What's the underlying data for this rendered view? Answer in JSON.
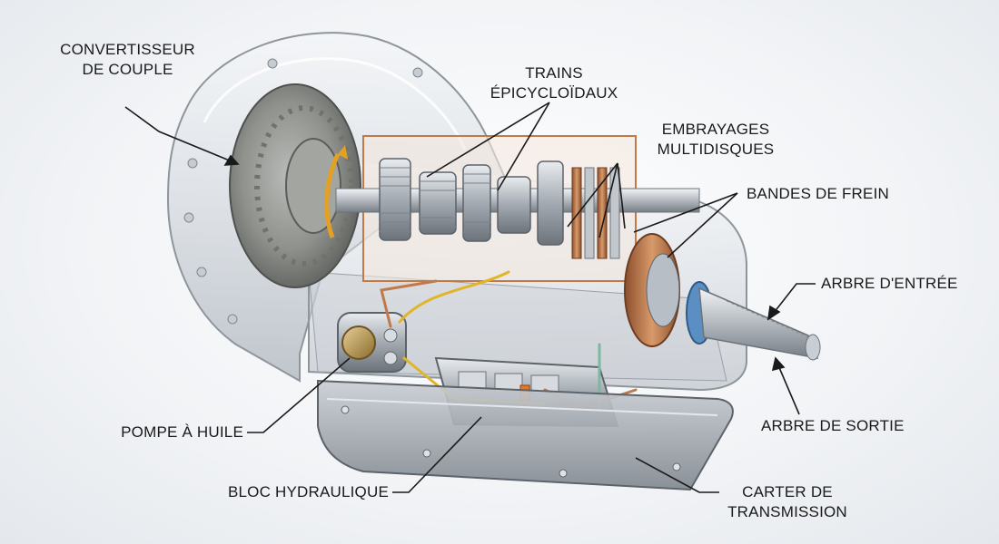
{
  "labels": {
    "torque_converter": [
      "CONVERTISSEUR",
      "DE COUPLE"
    ],
    "planetary_gears": [
      "TRAINS",
      "ÉPICYCLOÏDAUX"
    ],
    "multi_disc_clutches": [
      "EMBRAYAGES",
      "MULTIDISQUES"
    ],
    "brake_bands": [
      "BANDES DE FREIN"
    ],
    "input_shaft": [
      "ARBRE D'ENTRÉE"
    ],
    "output_shaft": [
      "ARBRE DE SORTIE"
    ],
    "oil_pump": [
      "POMPE À HUILE"
    ],
    "hydraulic_block": [
      "BLOC HYDRAULIQUE"
    ],
    "transmission_pan": [
      "CARTER DE",
      "TRANSMISSION"
    ]
  },
  "colors": {
    "housing": "#d7dbe0",
    "housing_edge": "#9aa1a8",
    "steel": "#b8bec5",
    "copper": "#c07a4a",
    "gold": "#e0a12a",
    "blue_seal": "#5b8fc4",
    "leader": "#1a1a1a"
  }
}
